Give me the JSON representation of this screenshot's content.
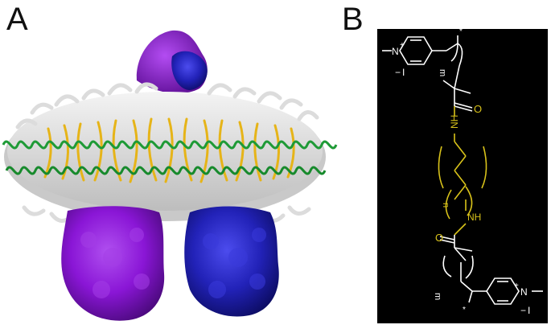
{
  "figure": {
    "panel_a": {
      "label": "A"
    },
    "panel_b": {
      "label": "B",
      "chem": {
        "star_top": "*",
        "star_bottom": "*",
        "n_plus_top": "N",
        "plus_top": "+",
        "iodide_top": "I",
        "minus_top": "−",
        "m_top": "m",
        "oxygen_top": "O",
        "nh_top": "NH",
        "n_sub": "n",
        "nh_bottom": "NH",
        "oxygen_bottom": "O",
        "m_bottom": "m",
        "n_plus_bottom": "N",
        "plus_bottom": "+",
        "iodide_bottom": "I",
        "minus_bottom": "−"
      }
    }
  },
  "colors": {
    "background": "#ffffff",
    "panel_b_bg": "#000000",
    "bond_white": "#ffffff",
    "bond_yellow": "#d8c21a",
    "helix_green": "#1e9a36",
    "lipid_yellow": "#e6b418",
    "lipid_white": "#e8e8e8",
    "protein_purple": "#8a16d6",
    "protein_blue": "#2222b8"
  }
}
